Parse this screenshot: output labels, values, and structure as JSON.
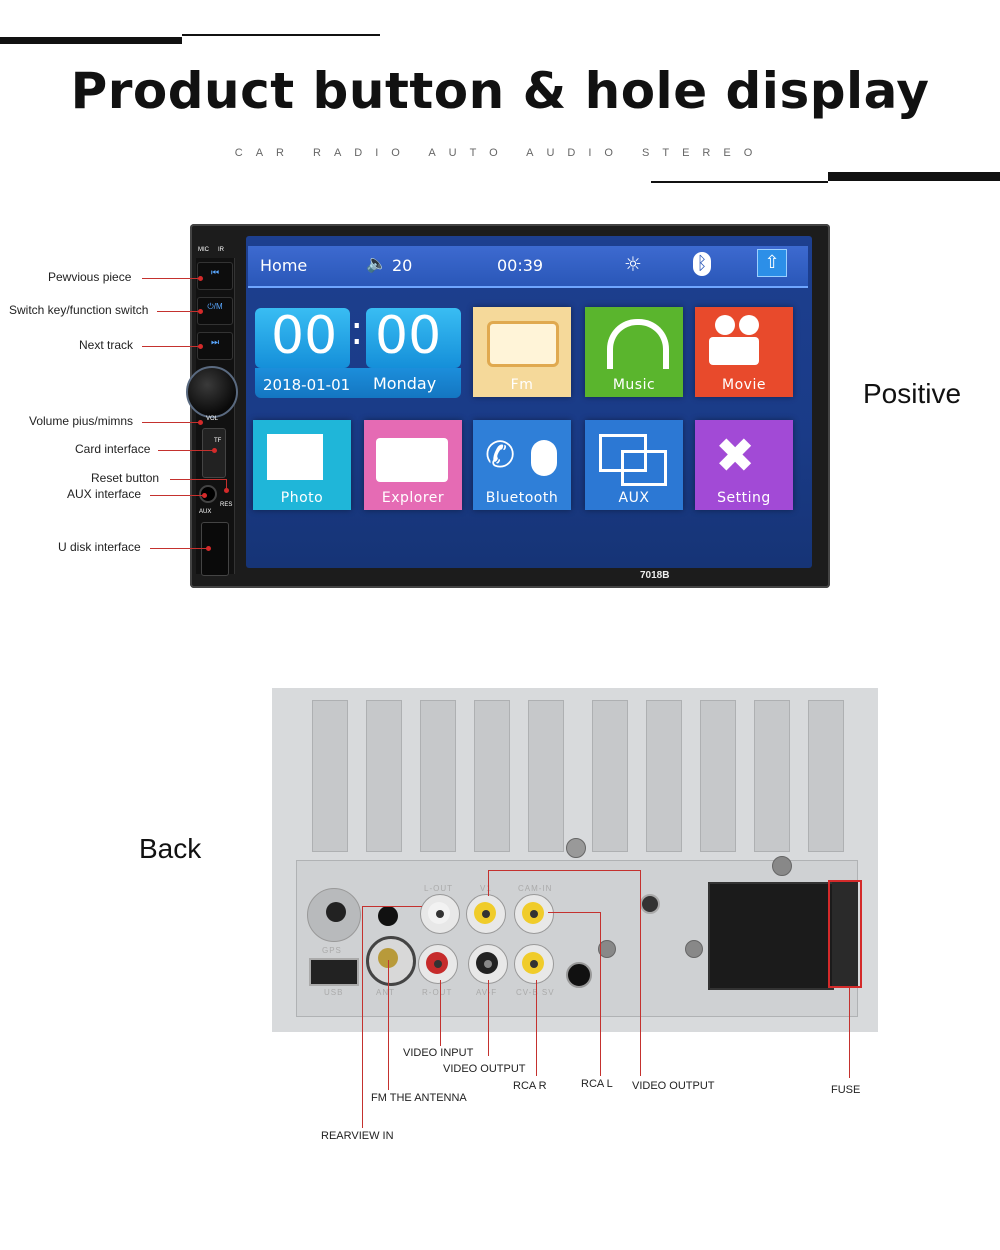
{
  "header": {
    "title": "Product button & hole display",
    "subtitle": "CAR RADIO AUTO AUDIO STEREO"
  },
  "front": {
    "side_label": "Positive",
    "model": "7018B",
    "panel_marks": {
      "mic": "MIC",
      "ir": "IR",
      "vol": "VOL",
      "tf": "TF",
      "res": "RES",
      "aux": "AUX",
      "mode": "⏻/M"
    },
    "callouts": [
      "Pewvious piece",
      "Switch key/function switch",
      "Next track",
      "Volume pius/mimns",
      "Card interface",
      "Reset button",
      "AUX interface",
      "U disk interface"
    ],
    "status_bar": {
      "home": "Home",
      "volume": "20",
      "time": "00:39"
    },
    "clock": {
      "hours": "00",
      "minutes": "00",
      "date": "2018-01-01",
      "weekday": "Monday"
    },
    "tiles": [
      {
        "label": "Fm",
        "color": "#f5d99a"
      },
      {
        "label": "Music",
        "color": "#5ab52d"
      },
      {
        "label": "Movie",
        "color": "#e84a2c"
      },
      {
        "label": "Photo",
        "color": "#1fb6d9"
      },
      {
        "label": "Explorer",
        "color": "#e56bb4"
      },
      {
        "label": "Bluetooth",
        "color": "#2f7fd8"
      },
      {
        "label": "AUX",
        "color": "#2c78d4"
      },
      {
        "label": "Setting",
        "color": "#a24ad6"
      }
    ]
  },
  "back": {
    "side_label": "Back",
    "port_marks": {
      "gps": "GPS",
      "usb": "USB",
      "ant": "ANT",
      "rout": "R-OUT",
      "avf": "AV-F",
      "cv": "CV-B SV",
      "lout": "L-OUT",
      "v1": "V1",
      "camin": "CAM-IN"
    },
    "callouts": [
      "VIDEO INPUT",
      "VIDEO OUTPUT",
      "RCA R",
      "RCA L",
      "VIDEO OUTPUT",
      "FUSE",
      "FM THE ANTENNA",
      "REARVIEW IN"
    ]
  },
  "colors": {
    "accent": "#c4312e",
    "screen": "#1a3b87"
  }
}
